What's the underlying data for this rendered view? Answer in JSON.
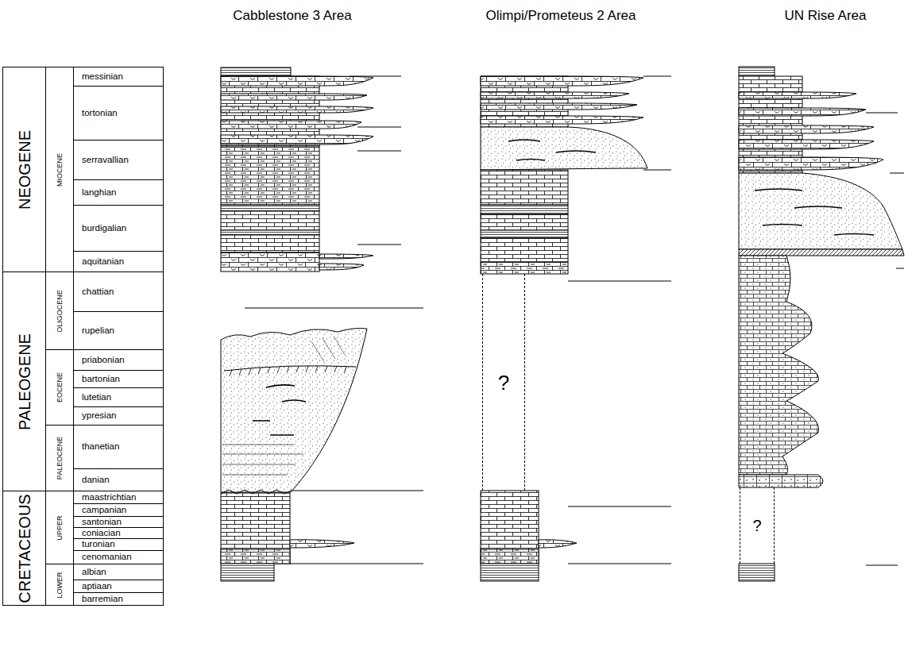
{
  "diagram": {
    "nodes": [
      {
        "text": [
          "NEOGENE"
        ]
      },
      {
        "text": [
          "PALEOGENE"
        ]
      },
      {
        "text": [
          "CRETACEOUS"
        ]
      },
      {
        "text": [
          "MIOCENE"
        ]
      },
      {
        "text": [
          "OLIGOCENE"
        ]
      },
      {
        "text": [
          "EOCENE"
        ]
      },
      {
        "text": [
          "PALEOCENE"
        ]
      },
      {
        "text": [
          "UPPER"
        ]
      },
      {
        "text": [
          "LOWER"
        ]
      },
      {
        "text": [
          "messinian"
        ]
      },
      {
        "text": [
          "tortonian"
        ]
      },
      {
        "text": [
          "serravallian"
        ]
      },
      {
        "text": [
          "langhian"
        ]
      },
      {
        "text": [
          "burdigalian"
        ]
      },
      {
        "text": [
          "aquitanian"
        ]
      },
      {
        "text": [
          "chattian"
        ]
      },
      {
        "text": [
          "rupelian"
        ]
      },
      {
        "text": [
          "priabonian"
        ]
      },
      {
        "text": [
          "bartonian"
        ]
      },
      {
        "text": [
          "lutetian"
        ]
      },
      {
        "text": [
          "ypresian"
        ]
      },
      {
        "text": [
          "thanetian"
        ]
      },
      {
        "text": [
          "danian"
        ]
      },
      {
        "text": [
          "maastrichtian"
        ]
      },
      {
        "text": [
          "campanian"
        ]
      },
      {
        "text": [
          "santonian"
        ]
      },
      {
        "text": [
          "coniacian"
        ]
      },
      {
        "text": [
          "turonian"
        ]
      },
      {
        "text": [
          "cenomanian"
        ]
      },
      {
        "text": [
          "albian"
        ]
      },
      {
        "text": [
          "aptiaan"
        ]
      },
      {
        "text": [
          "barremian"
        ]
      },
      {
        "text": [
          "?"
        ]
      },
      {
        "text": [
          "?"
        ]
      }
    ],
    "labels": [
      "Cabblestone 3 Area",
      "Olimpi/Prometeus 2 Area",
      "UN Rise Area"
    ]
  }
}
